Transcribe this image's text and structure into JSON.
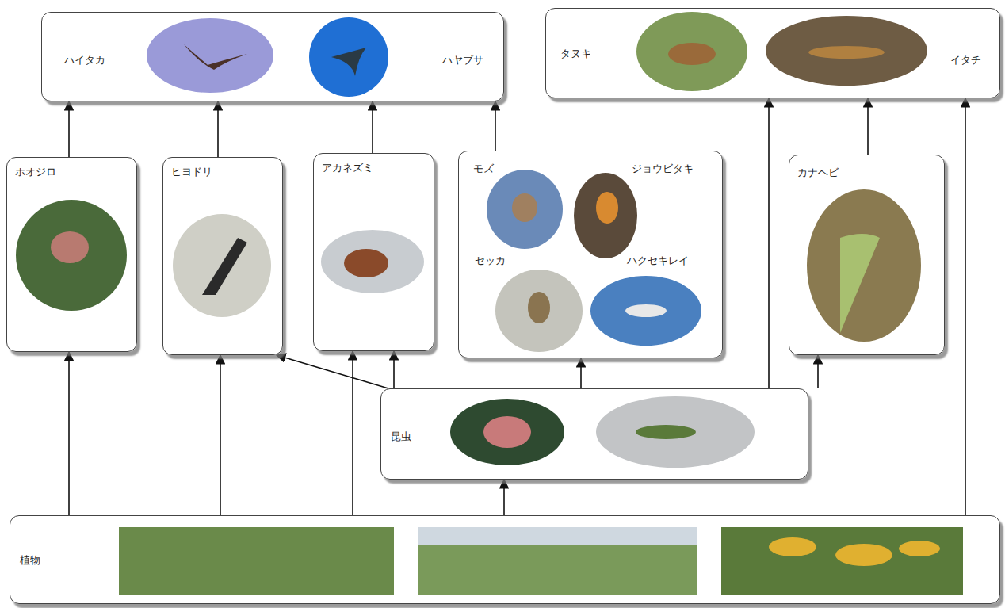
{
  "diagram": {
    "nodes": [
      {
        "text": [
          "ハイタカ",
          "ハヤブサ"
        ]
      },
      {
        "text": [
          "タヌキ",
          "イタチ"
        ]
      },
      {
        "text": [
          "ホオジロ"
        ]
      },
      {
        "text": [
          "ヒヨドリ"
        ]
      },
      {
        "text": [
          "アカネズミ"
        ]
      },
      {
        "text": [
          "モズ",
          "ジョウビタキ",
          "セッカ",
          "ハクセキレイ"
        ]
      },
      {
        "text": [
          "カナヘビ"
        ]
      },
      {
        "text": [
          "昆虫"
        ]
      },
      {
        "text": [
          "植物"
        ]
      }
    ],
    "edges": [
      {
        "from": 2,
        "to": 0,
        "arrow": "to"
      },
      {
        "from": 3,
        "to": 0,
        "arrow": "to"
      },
      {
        "from": 4,
        "to": 0,
        "arrow": "to"
      },
      {
        "from": 5,
        "to": 0,
        "arrow": "to"
      },
      {
        "from": 6,
        "to": 1,
        "arrow": "to"
      },
      {
        "from": 7,
        "to": 1,
        "arrow": "to"
      },
      {
        "from": 8,
        "to": 1,
        "arrow": "to"
      },
      {
        "from": 8,
        "to": 2,
        "arrow": "to"
      },
      {
        "from": 8,
        "to": 3,
        "arrow": "to"
      },
      {
        "from": 8,
        "to": 4,
        "arrow": "to"
      },
      {
        "from": 8,
        "to": 7,
        "arrow": "to"
      },
      {
        "from": 7,
        "to": 3,
        "arrow": "to"
      },
      {
        "from": 7,
        "to": 4,
        "arrow": "to"
      },
      {
        "from": 7,
        "to": 5,
        "arrow": "to"
      },
      {
        "from": 7,
        "to": 6,
        "arrow": "to"
      }
    ]
  }
}
